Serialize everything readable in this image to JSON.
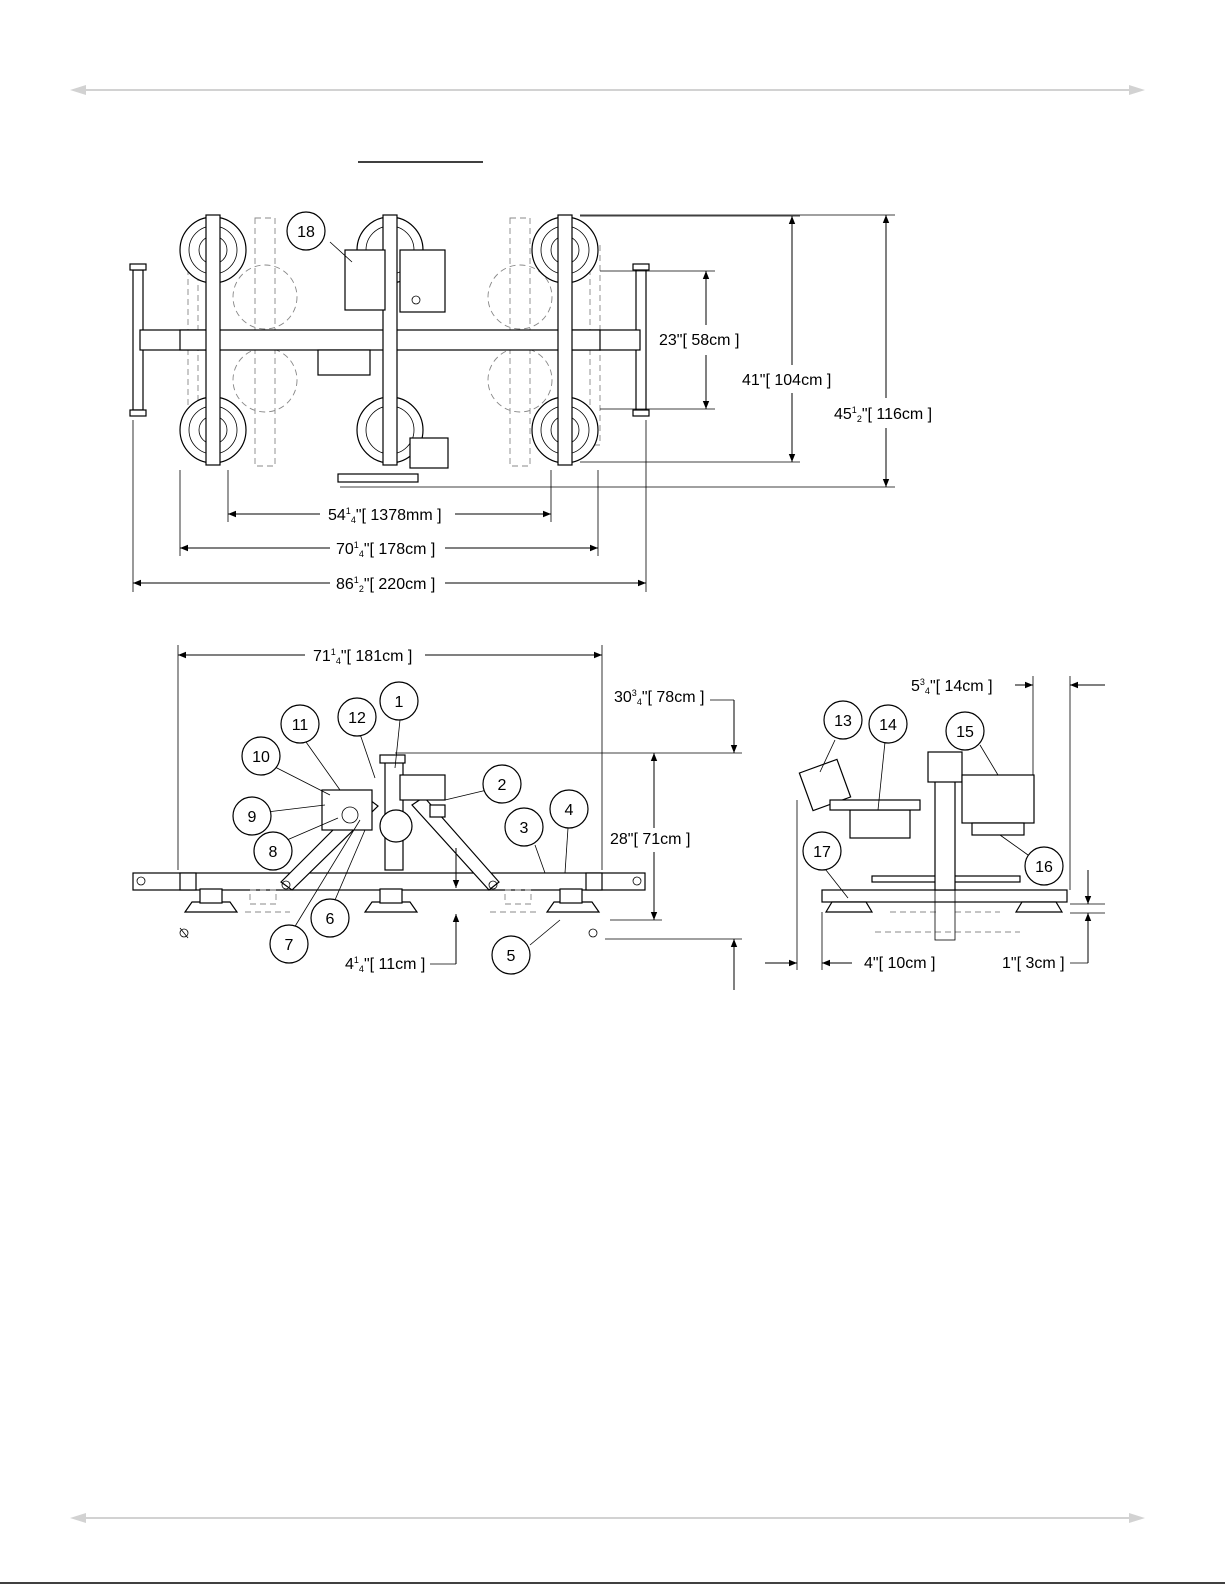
{
  "title_text": "",
  "dimensions": {
    "pad_spacing_width": {
      "whole": "54",
      "num": "1",
      "den": "4",
      "rest": "\"[ 1378mm ]"
    },
    "pad_outer_width": {
      "whole": "70",
      "num": "1",
      "den": "4",
      "rest": "\"[ 178cm ]"
    },
    "overall_width": {
      "whole": "86",
      "num": "1",
      "den": "2",
      "rest": "\"[ 220cm ]"
    },
    "pad_spacing_depth": {
      "whole": "",
      "num": "",
      "den": "",
      "rest": "23\"[ 58cm ]"
    },
    "pad_outer_depth": {
      "whole": "",
      "num": "",
      "den": "",
      "rest": "41\"[ 104cm ]"
    },
    "overall_depth": {
      "whole": "45",
      "num": "1",
      "den": "2",
      "rest": "\"[ 116cm ]"
    },
    "side_length": {
      "whole": "71",
      "num": "1",
      "den": "4",
      "rest": "\"[ 181cm ]"
    },
    "overall_height": {
      "whole": "30",
      "num": "3",
      "den": "4",
      "rest": "\"[ 78cm ]"
    },
    "frame_height": {
      "whole": "",
      "num": "",
      "den": "",
      "rest": "28\"[ 71cm ]"
    },
    "pad_height": {
      "whole": "4",
      "num": "1",
      "den": "4",
      "rest": "\"[ 11cm ]"
    },
    "end_offset": {
      "whole": "5",
      "num": "3",
      "den": "4",
      "rest": "\"[ 14cm ]"
    },
    "end_pad_height": {
      "whole": "",
      "num": "",
      "den": "",
      "rest": "4\"[ 10cm ]"
    },
    "end_pad_thickness": {
      "whole": "",
      "num": "",
      "den": "",
      "rest": "1\"[ 3cm ]"
    }
  },
  "callouts": [
    "1",
    "2",
    "3",
    "4",
    "5",
    "6",
    "7",
    "8",
    "9",
    "10",
    "11",
    "12",
    "13",
    "14",
    "15",
    "16",
    "17",
    "18"
  ]
}
